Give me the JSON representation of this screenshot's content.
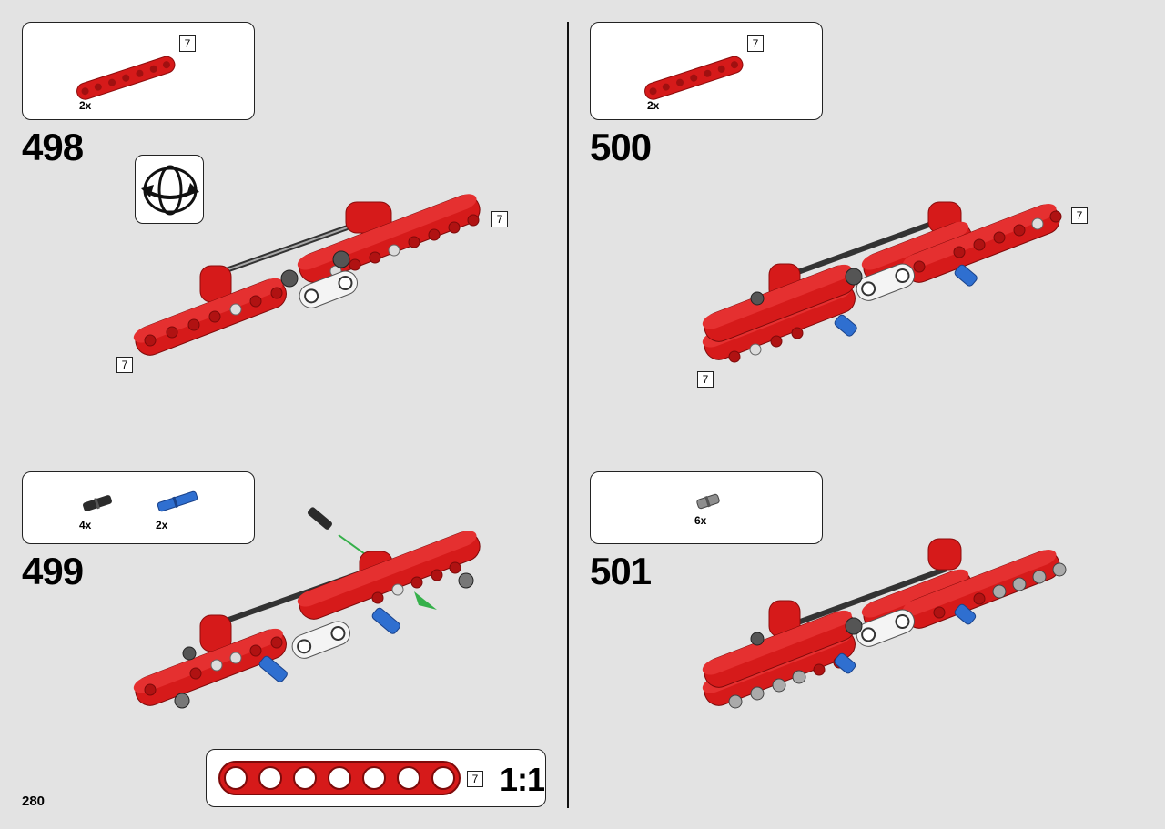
{
  "page_number": "280",
  "colors": {
    "beam_red": "#d61a1a",
    "beam_dark": "#9c0d0d",
    "pin_blue": "#2f6fd0",
    "background": "#e3e3e3"
  },
  "steps": [
    {
      "number": "498",
      "parts": [
        {
          "qty": "2x",
          "tag": "7",
          "icon": "red-beam-7"
        }
      ],
      "callouts": [
        "7",
        "7"
      ],
      "has_rotate_icon": true
    },
    {
      "number": "499",
      "parts": [
        {
          "qty": "4x",
          "icon": "black-pin-with-friction"
        },
        {
          "qty": "2x",
          "icon": "blue-axle-pin"
        }
      ]
    },
    {
      "number": "500",
      "parts": [
        {
          "qty": "2x",
          "tag": "7",
          "icon": "red-beam-7"
        }
      ],
      "callouts": [
        "7",
        "7"
      ]
    },
    {
      "number": "501",
      "parts": [
        {
          "qty": "6x",
          "icon": "grey-pin-half"
        }
      ]
    }
  ],
  "scale_reference": {
    "tag": "7",
    "label": "1:1",
    "holes": 7
  }
}
